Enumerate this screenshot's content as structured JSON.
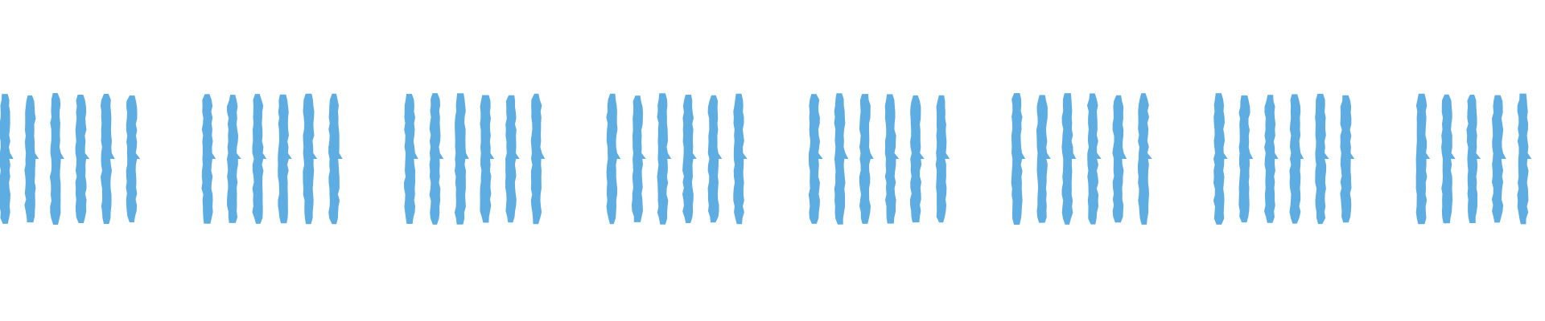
{
  "waveform": {
    "color": "#5DADE2",
    "background": "#FFFFFF",
    "group_count": 8,
    "pulses_per_group": 6,
    "peak_level": 1.0,
    "spike_level": 0.28
  }
}
